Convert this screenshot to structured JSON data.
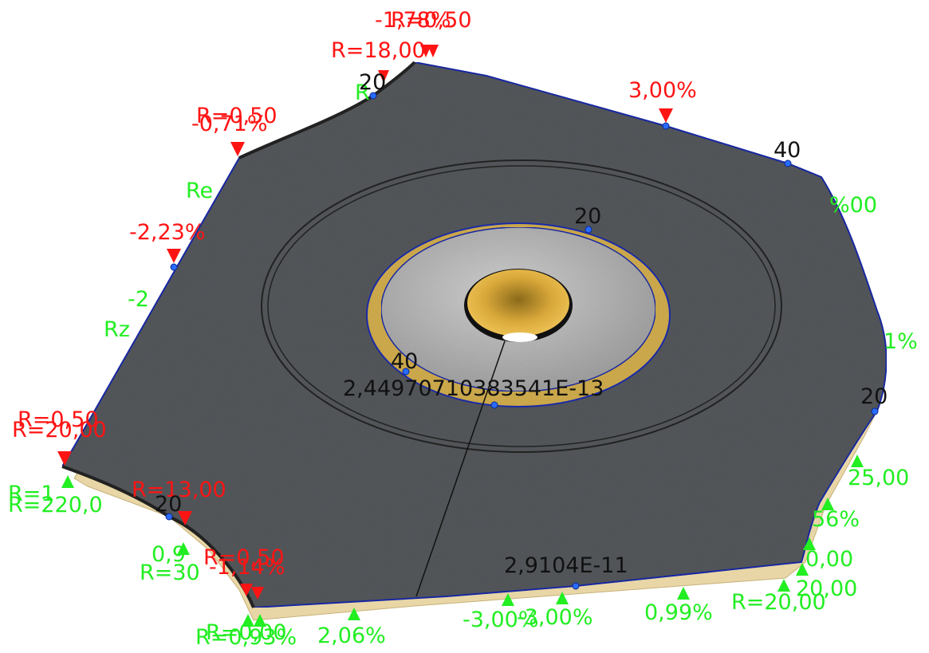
{
  "colors": {
    "red_annotation": "#ff1414",
    "green_annotation": "#22ee22",
    "black_annotation": "#111111",
    "asphalt": "#55585c",
    "island_concrete": "#b9b9b9",
    "drain": "#e0b23c",
    "edge_line": "#1a2aa8",
    "curb_base": "#e8d6a6"
  },
  "labels": {
    "red": {
      "top_slope": "-1,78%",
      "top_radius_a": "R=0,50",
      "top_radius_b": "R=18,00",
      "ne_slope": "3,00%",
      "nw_radius": "R=0,50",
      "nw_slope": "-0,71%",
      "west_slope": "-2,23%",
      "sw_radius_a": "R=0,50",
      "sw_radius_b": "R=20,00",
      "s_radius": "R=13,00",
      "s_radius_small": "R=0,50",
      "s_slope": "-1,14%"
    },
    "green": {
      "north_frag": "R",
      "west_frag_a": "Re",
      "west_frag_b": "-2",
      "west_frag_c": "Rz",
      "east_frag_a": "%00",
      "east_frag_b": "1%",
      "east_r": "25,00",
      "east_pct": "56%",
      "east_num": "0,00",
      "se_r_a": "20,00",
      "se_r_b": "R=20,00",
      "se_pct": "0,99%",
      "bottom_a": "-3,00%",
      "bottom_b": "-3,00%",
      "bottom_c": "2,06%",
      "bottom_d": "R=0,93%",
      "bottom_e": "R=0,00",
      "sw_a": "R=1",
      "sw_b": "R=220,0",
      "sw_c": "0,9",
      "sw_d": "R=30"
    },
    "black": {
      "nw_20": "20",
      "ne_40": "40",
      "center_20": "20",
      "center_40": "40",
      "center_value": "2,44970710383541E-13",
      "east_20": "20",
      "sw_20": "20",
      "bottom_value": "2,9104E-11"
    }
  }
}
